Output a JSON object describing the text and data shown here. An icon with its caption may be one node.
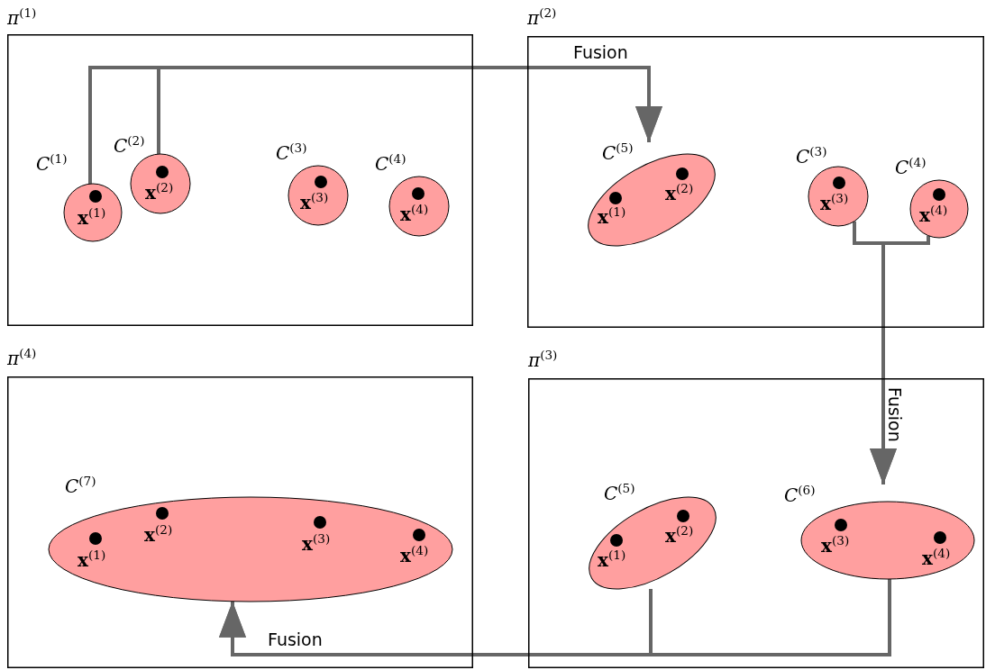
{
  "diagram": {
    "nodes": [
      {
        "text": [
          "*π*$^{(1)}$"
        ]
      },
      {
        "text": [
          "*C*$^{(1)}$",
          "**x**$^{(1)}$"
        ],
        "in": 0
      },
      {
        "text": [
          "*C*$^{(2)}$",
          "**x**$^{(2)}$"
        ],
        "in": 0
      },
      {
        "text": [
          "*C*$^{(3)}$",
          "**x**$^{(3)}$"
        ],
        "in": 0
      },
      {
        "text": [
          "*C*$^{(4)}$",
          "**x**$^{(4)}$"
        ],
        "in": 0
      },
      {
        "text": [
          "*π*$^{(2)}$"
        ]
      },
      {
        "text": [
          "*C*$^{(5)}$",
          "**x**$^{(1)}$",
          "**x**$^{(2)}$"
        ],
        "in": 5
      },
      {
        "text": [
          "*C*$^{(3)}$",
          "**x**$^{(3)}$"
        ],
        "in": 5
      },
      {
        "text": [
          "*C*$^{(4)}$",
          "**x**$^{(4)}$"
        ],
        "in": 5
      },
      {
        "text": [
          "*π*$^{(4)}$"
        ]
      },
      {
        "text": [
          "*C*$^{(7)}$",
          "**x**$^{(1)}$",
          "**x**$^{(2)}$",
          "**x**$^{(3)}$",
          "**x**$^{(4)}$"
        ],
        "in": 9
      },
      {
        "text": [
          "*π*$^{(3)}$"
        ]
      },
      {
        "text": [
          "*C*$^{(5)}$",
          "**x**$^{(1)}$",
          "**x**$^{(2)}$"
        ],
        "in": 11
      },
      {
        "text": [
          "*C*$^{(6)}$",
          "**x**$^{(3)}$",
          "**x**$^{(4)}$"
        ],
        "in": 11
      }
    ],
    "edges": [
      {
        "from": 1,
        "to": 6,
        "arrow": "to",
        "label": "Fusion"
      },
      {
        "from": 2,
        "to": 6,
        "arrow": "to"
      },
      {
        "from": 7,
        "to": 13,
        "arrow": "to",
        "label": "Fusion"
      },
      {
        "from": 8,
        "to": 13,
        "arrow": "to"
      },
      {
        "from": 12,
        "to": 10,
        "arrow": "to",
        "label": "Fusion"
      },
      {
        "from": 13,
        "to": 10,
        "arrow": "to"
      }
    ]
  }
}
